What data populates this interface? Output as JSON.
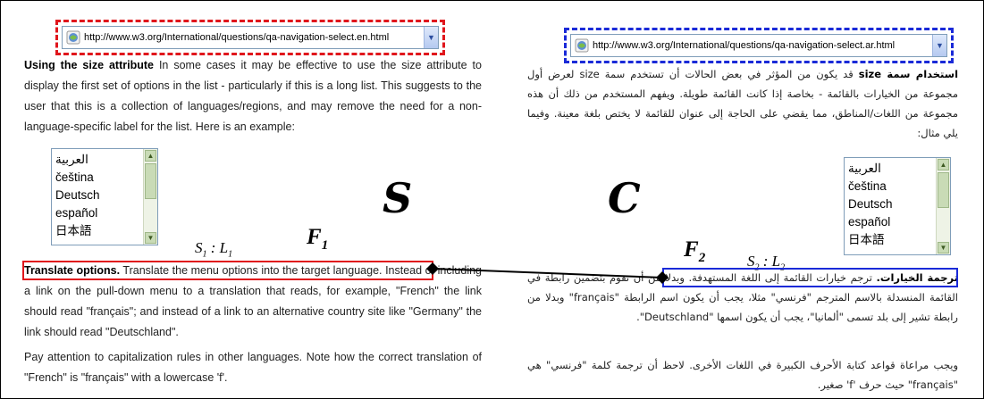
{
  "source_panel": {
    "url": "http://www.w3.org/International/questions/qa-navigation-select.en.html",
    "para1_bold": "Using the size attribute",
    "para1_text": " In some cases it may be effective to use the size attribute to display the first set of options in the list - particularly if this is a long list. This suggests to the user that this is a collection of languages/regions, and may remove the need for a non-language-specific label for the list. Here is an example:",
    "languages": [
      "العربية",
      "čeština",
      "Deutsch",
      "español",
      "日本語"
    ],
    "para2_bold": "Translate options.",
    "para2_text": " Translate the menu options into the target language. Instead of including a link on the pull-down menu to a translation that reads, for example, \"French\" the link should read \"français\"; and instead of a link to an alternative country site like \"Germany\" the link should read \"Deutschland\".",
    "para3_text": "Pay attention to capitalization rules in other languages. Note how the correct translation of \"French\" is \"français\" with a lowercase 'f'."
  },
  "target_panel": {
    "url": "http://www.w3.org/International/questions/qa-navigation-select.ar.html",
    "para1_bold": "استخدام سمة size",
    "para1_text": " قد يكون من المؤثر في بعض الحالات أن تستخدم سمة size لعرض أول مجموعة من الخيارات بالقائمة - بخاصة إذا كانت القائمة طويلة. ويفهم المستخدم من ذلك أن هذه مجموعة من اللغات/المناطق، مما يقضي على الحاجة إلى عنوان للقائمة لا يختص بلغة معينة. وفيما يلي مثال:",
    "languages": [
      "العربية",
      "čeština",
      "Deutsch",
      "español",
      "日本語"
    ],
    "para2_bold": "ترجمة الخيارات.",
    "para2_text": " ترجم خيارات القائمة إلى اللغة المستهدفة. وبدلا من أن تقوم بتضمين رابطة في القائمة المنسدلة بالاسم المترجم \"فرنسي\" مثلا، يجب أن يكون اسم الرابطة \"français\" وبدلا من رابطة تشير إلى بلد تسمى \"ألمانيا\"، يجب أن يكون اسمها \"Deutschland\".",
    "para3_text": "ويجب مراعاة قواعد كتابة الأحرف الكبيرة في اللغات الأخرى. لاحظ أن ترجمة كلمة \"فرنسي\" هي \"français\" حيث حرف 'f' صغير."
  },
  "annotations": {
    "S": "S",
    "C": "C",
    "F1_main": "F",
    "F1_sub": "1",
    "F2_main": "F",
    "F2_sub": "2",
    "S1_main": "S",
    "S1_sub": "1",
    "L1_main": "L",
    "L1_sub": "1",
    "S2_main": "S",
    "S2_sub": "2",
    "L2_main": "L",
    "L2_sub": "2",
    "colon": " : "
  },
  "colors": {
    "red_highlight": "#e0161c",
    "blue_highlight": "#1a2ad8",
    "text": "#222222"
  },
  "icons": {
    "url_favicon": "globe-icon",
    "dropdown": "chevron-down-icon",
    "scroll_up": "arrow-up-icon",
    "scroll_down": "arrow-down-icon"
  }
}
